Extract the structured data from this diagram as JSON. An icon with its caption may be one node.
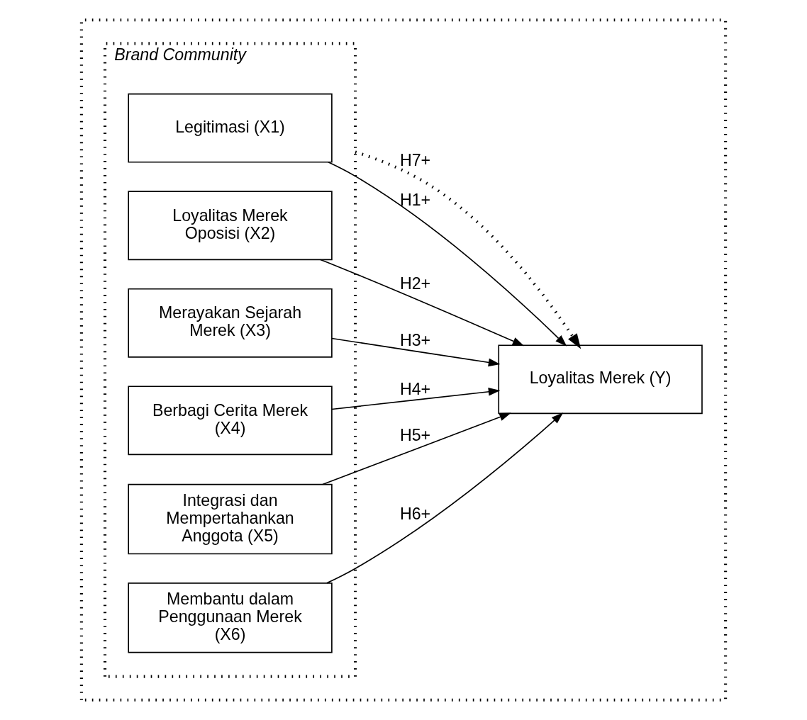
{
  "diagram": {
    "nodes": [
      {
        "text": [],
        "shape": "box"
      },
      {
        "text": [
          "Brand Community"
        ],
        "in": 0
      },
      {
        "text": [
          "Legitimasi (X1)"
        ],
        "in": 1
      },
      {
        "text": [
          "Loyalitas Merek Oposisi (X2)"
        ],
        "in": 1
      },
      {
        "text": [
          "Merayakan Sejarah Merek (X3)"
        ],
        "in": 1
      },
      {
        "text": [
          "Berbagi Cerita Merek (X4)"
        ],
        "in": 1
      },
      {
        "text": [
          "Integrasi dan Mempertahankan Anggota (X5)"
        ],
        "in": 1
      },
      {
        "text": [
          "Membantu dalam Penggunaan Merek (X6)"
        ],
        "in": 1
      },
      {
        "text": [
          "Loyalitas Merek (Y)"
        ],
        "in": 0
      }
    ],
    "edges": [
      {
        "from": 2,
        "to": 8,
        "arrow": "to",
        "label": "H1+"
      },
      {
        "from": 3,
        "to": 8,
        "arrow": "to",
        "label": "H2+"
      },
      {
        "from": 4,
        "to": 8,
        "arrow": "to",
        "label": "H3+"
      },
      {
        "from": 5,
        "to": 8,
        "arrow": "to",
        "label": "H4+"
      },
      {
        "from": 6,
        "to": 8,
        "arrow": "to",
        "label": "H5+"
      },
      {
        "from": 7,
        "to": 8,
        "arrow": "to",
        "label": "H6+"
      },
      {
        "from": 1,
        "to": 8,
        "arrow": "to",
        "label": "H7+",
        "style": "dashed"
      }
    ]
  }
}
